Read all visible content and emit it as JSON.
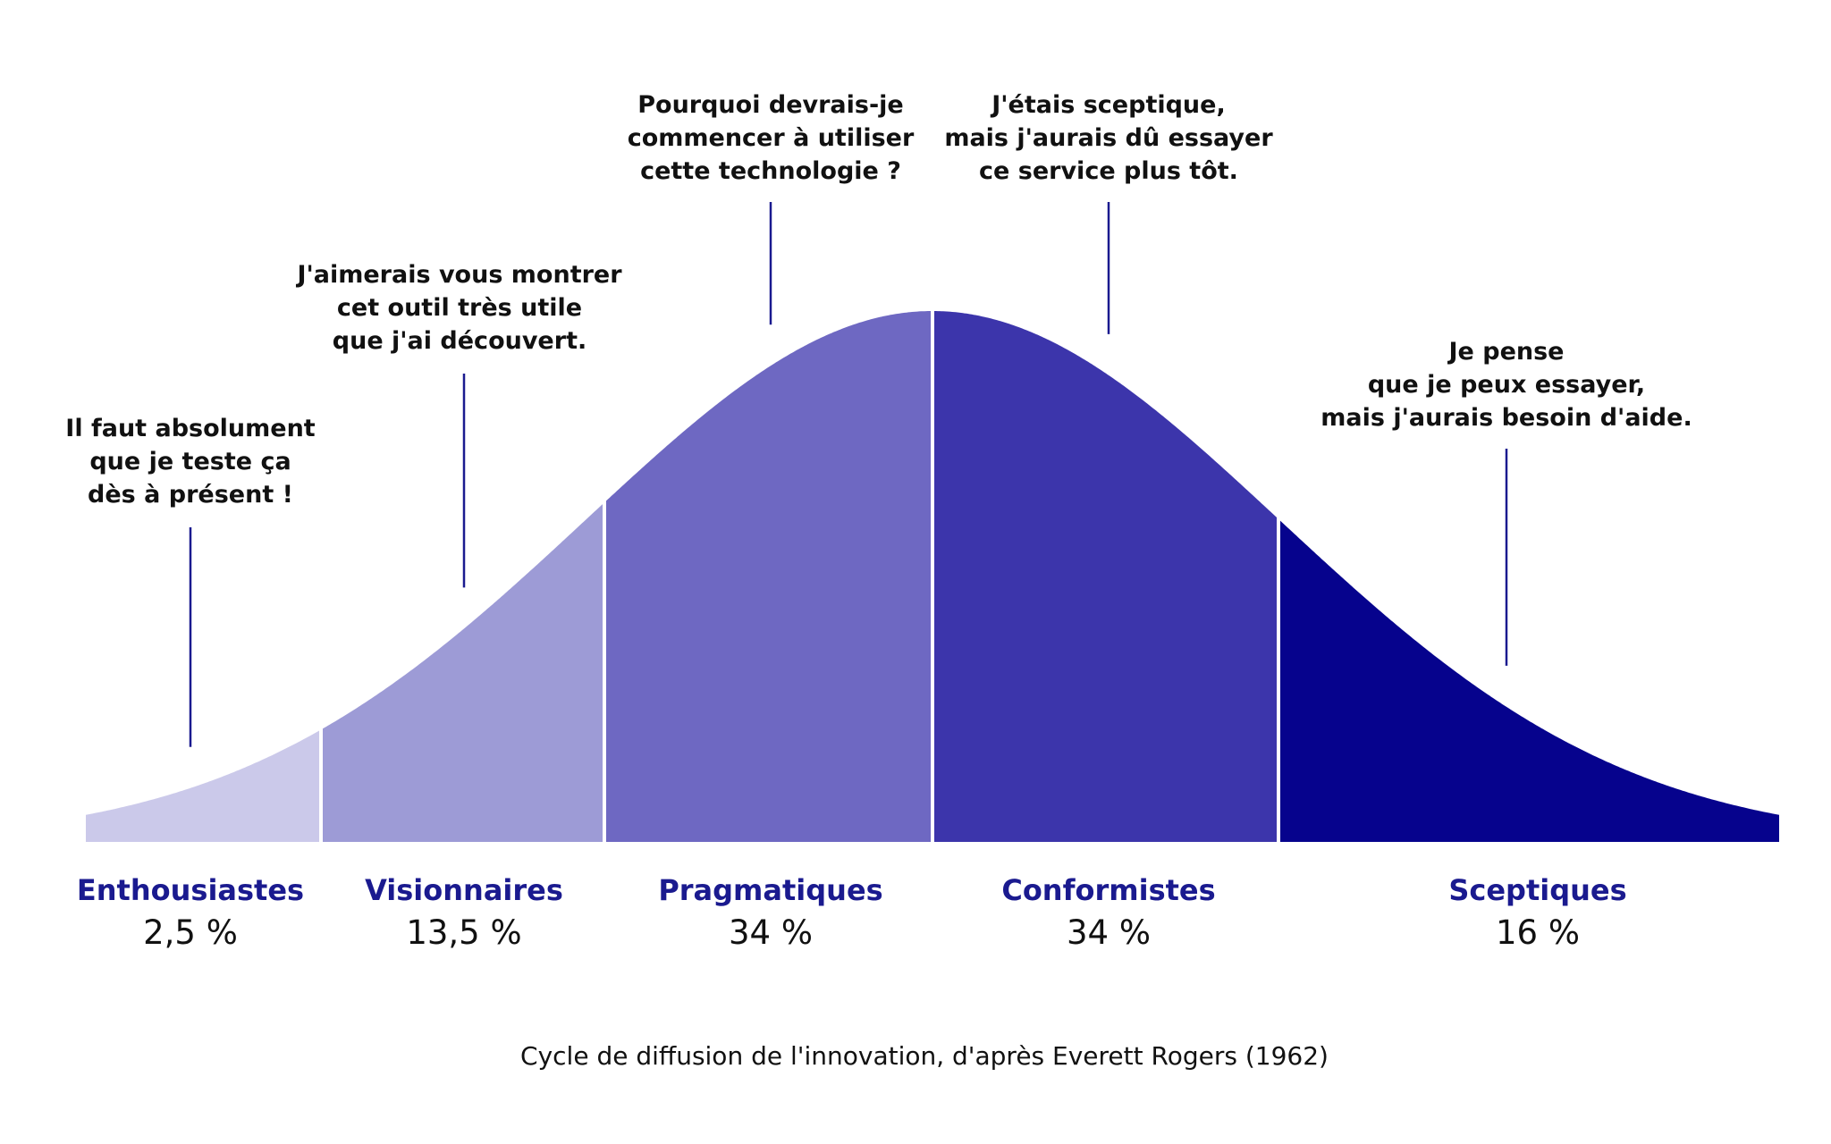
{
  "chart_data": {
    "type": "area",
    "title": "",
    "caption": "Cycle de diffusion de l'innovation, d'après Everett Rogers (1962)",
    "categories": [
      {
        "name": "Enthousiastes",
        "percent_label": "2,5 %",
        "value": 2.5,
        "color": "#cbc9ea",
        "quote": [
          "Il faut absolument",
          "que je teste ça",
          "dès à présent !"
        ]
      },
      {
        "name": "Visionnaires",
        "percent_label": "13,5 %",
        "value": 13.5,
        "color": "#9d9bd6",
        "quote": [
          "J'aimerais vous montrer",
          "cet outil très utile",
          "que j'ai découvert."
        ]
      },
      {
        "name": "Pragmatiques",
        "percent_label": "34 %",
        "value": 34,
        "color": "#6e68c2",
        "quote": [
          "Pourquoi devrais-je",
          "commencer à utiliser",
          "cette technologie ?"
        ]
      },
      {
        "name": "Conformistes",
        "percent_label": "34 %",
        "value": 34,
        "color": "#3c35ab",
        "quote": [
          "J'étais sceptique,",
          "mais j'aurais dû essayer",
          "ce service plus tôt."
        ]
      },
      {
        "name": "Sceptiques",
        "percent_label": "16 %",
        "value": 16,
        "color": "#06038d",
        "quote": [
          "Je pense",
          "que je peux essayer,",
          "mais j'aurais besoin d'aide."
        ]
      }
    ],
    "label_color": "#1a1a8f",
    "line_color": "#1a1a8f",
    "grid": false,
    "legend": "none"
  }
}
